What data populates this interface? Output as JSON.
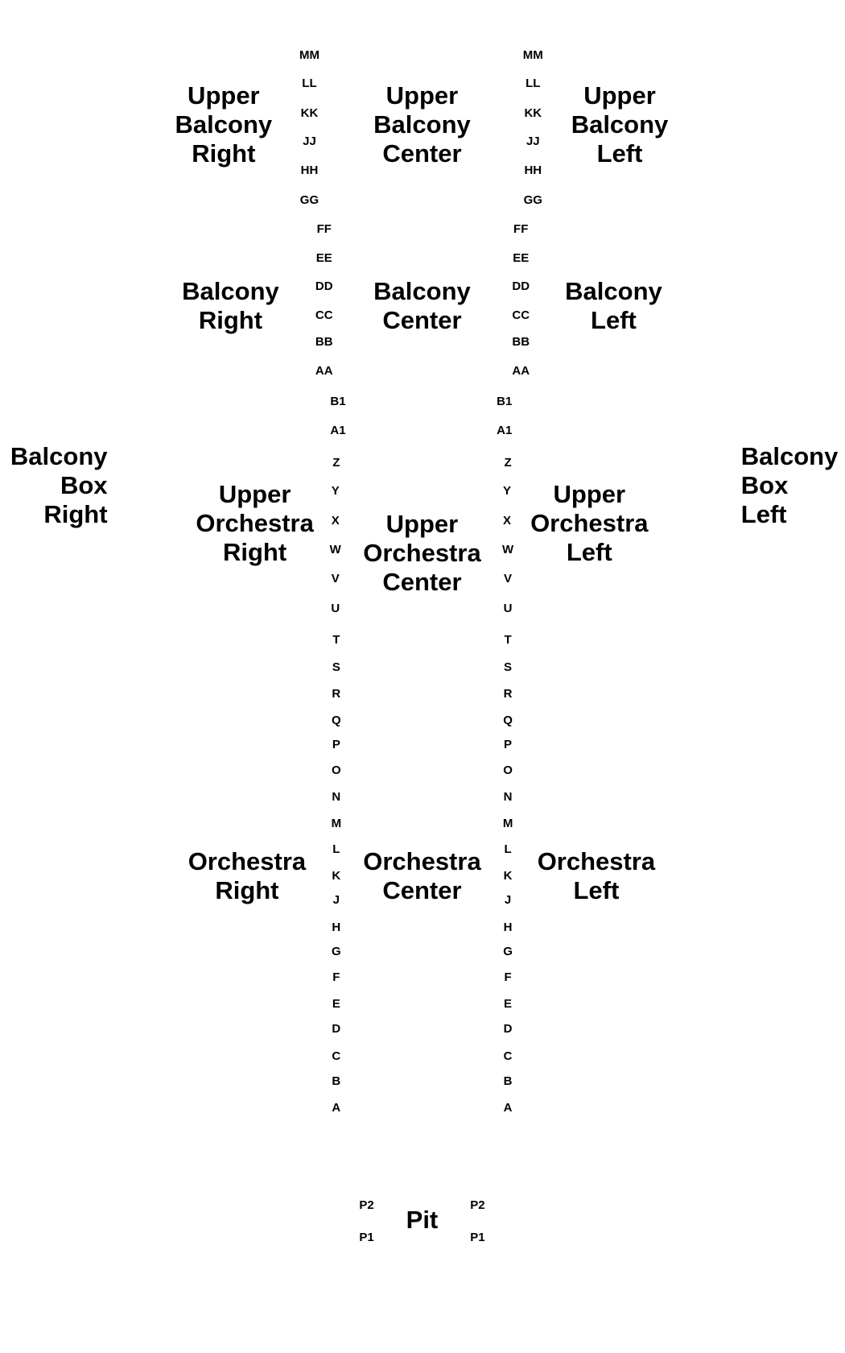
{
  "sections": [
    {
      "id": "upper-balcony-right",
      "lines": [
        "Upper",
        "Balcony",
        "Right"
      ]
    },
    {
      "id": "upper-balcony-center",
      "lines": [
        "Upper",
        "Balcony",
        "Center"
      ]
    },
    {
      "id": "upper-balcony-left",
      "lines": [
        "Upper",
        "Balcony",
        "Left"
      ]
    },
    {
      "id": "balcony-right",
      "lines": [
        "Balcony",
        "Right"
      ]
    },
    {
      "id": "balcony-center",
      "lines": [
        "Balcony",
        "Center"
      ]
    },
    {
      "id": "balcony-left",
      "lines": [
        "Balcony",
        "Left"
      ]
    },
    {
      "id": "balcony-box-right",
      "lines": [
        "Balcony",
        "Box",
        "Right"
      ]
    },
    {
      "id": "balcony-box-left",
      "lines": [
        "Balcony",
        "Box",
        "Left"
      ]
    },
    {
      "id": "upper-orchestra-right",
      "lines": [
        "Upper",
        "Orchestra",
        "Right"
      ]
    },
    {
      "id": "upper-orchestra-center",
      "lines": [
        "Upper",
        "Orchestra",
        "Center"
      ]
    },
    {
      "id": "upper-orchestra-left",
      "lines": [
        "Upper",
        "Orchestra",
        "Left"
      ]
    },
    {
      "id": "orchestra-right",
      "lines": [
        "Orchestra",
        "Right"
      ]
    },
    {
      "id": "orchestra-center",
      "lines": [
        "Orchestra",
        "Center"
      ]
    },
    {
      "id": "orchestra-left",
      "lines": [
        "Orchestra",
        "Left"
      ]
    },
    {
      "id": "pit",
      "lines": [
        "Pit"
      ]
    }
  ],
  "rows": {
    "upper_balcony": [
      "MM",
      "LL",
      "KK",
      "JJ",
      "HH",
      "GG"
    ],
    "balcony": [
      "FF",
      "EE",
      "DD",
      "CC",
      "BB",
      "AA"
    ],
    "upper_orchestra": [
      "B1",
      "A1",
      "Z",
      "Y",
      "X",
      "W",
      "V",
      "U"
    ],
    "orchestra": [
      "T",
      "S",
      "R",
      "Q",
      "P",
      "O",
      "N",
      "M",
      "L",
      "K",
      "J",
      "H",
      "G",
      "F",
      "E",
      "D",
      "C",
      "B",
      "A"
    ],
    "pit": [
      "P2",
      "P1"
    ]
  }
}
